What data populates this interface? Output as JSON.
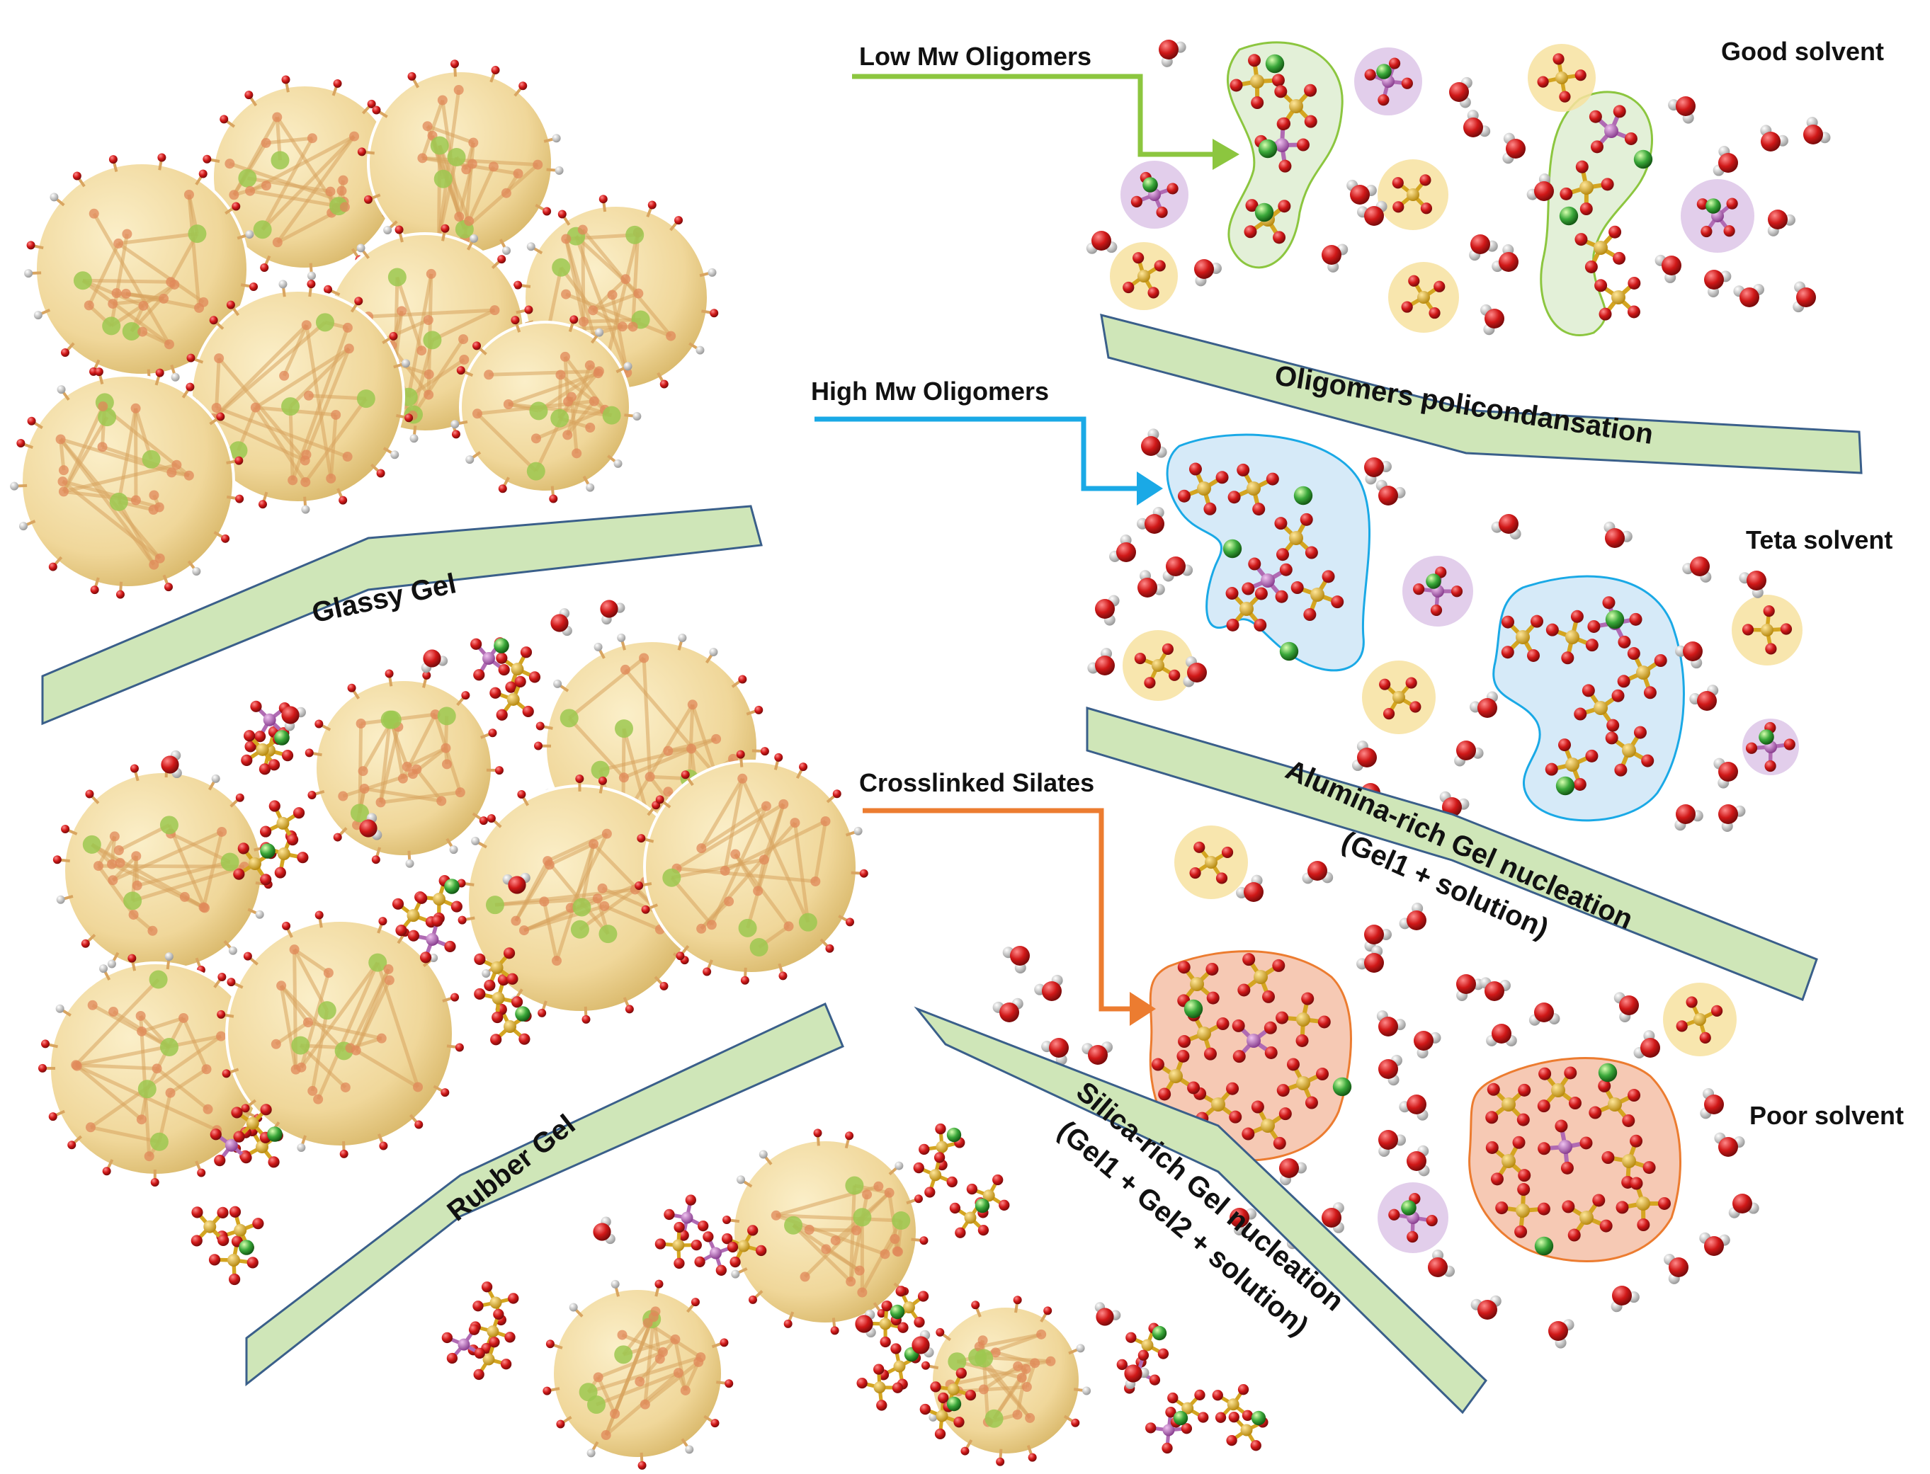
{
  "labels": {
    "low_mw": "Low Mw Oligomers",
    "high_mw": "High Mw Oligomers",
    "crosslinked": "Crosslinked Silates",
    "good_solvent": "Good solvent",
    "teta_solvent": "Teta solvent",
    "poor_solvent": "Poor solvent"
  },
  "bands": {
    "glassy": "Glassy Gel",
    "rubber": "Rubber Gel",
    "policondensation": "Oligomers policondansation",
    "alumina_line1": "Alumina-rich Gel nucleation",
    "alumina_line2": "(Gel1 + solution)",
    "silica_line1": "Silica-rich Gel nucleation",
    "silica_line2": "(Gel1 + Gel2 + solution)"
  },
  "colors": {
    "band_fill": "#cfe6b8",
    "band_stroke": "#3a5f8a",
    "low_mw_arrow": "#8cc63f",
    "high_mw_arrow": "#1aa9e6",
    "crosslinked_arrow": "#ec7c30",
    "sphere": "#f0d79a",
    "oxygen": "#cc1a1a",
    "silicon": "#d4a520",
    "aluminum": "#b06ab3",
    "sodium": "#3aa83a",
    "hydrogen": "#d8d8d8",
    "green_cluster": "#e3f0d8",
    "blue_cluster": "#d6eaf8",
    "red_cluster": "#f6c9b4",
    "yellow_halo": "#f7e2a0",
    "purple_halo": "#ddc6e8"
  }
}
